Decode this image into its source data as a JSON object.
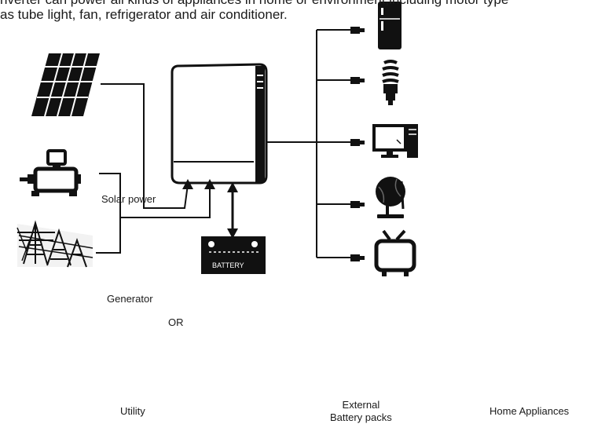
{
  "intro": {
    "line1": "nverter can power all kinds of appliances in home or environment,including motor type",
    "line2": "as tube light, fan, refrigerator and air conditioner."
  },
  "labels": {
    "solar_power": "Solar power",
    "generator": "Generator",
    "or": "OR",
    "utility": "Utility",
    "external_line1": "External",
    "external_line2": "Battery packs",
    "home_appliances": "Home Appliances",
    "battery_text": "BATTERY"
  },
  "icons": {
    "solar": "solar-panel-icon",
    "generator": "generator-icon",
    "utility": "power-pylon-icon",
    "battery": "battery-icon",
    "inverter": "inverter-icon",
    "appliances": [
      "refrigerator-icon",
      "light-bulb-icon",
      "computer-icon",
      "fan-icon",
      "tv-icon"
    ]
  },
  "colors": {
    "ink": "#111111",
    "line": "#1a1a1a"
  }
}
